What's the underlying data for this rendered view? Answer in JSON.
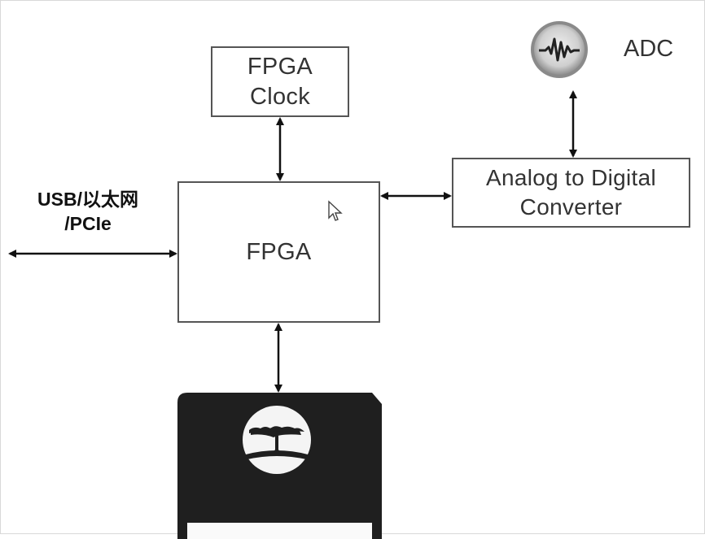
{
  "diagram": {
    "nodes": {
      "fpga_clock": {
        "line1": "FPGA",
        "line2": "Clock"
      },
      "fpga": {
        "label": "FPGA"
      },
      "adc_box": {
        "line1": "Analog to Digital",
        "line2": "Converter"
      },
      "adc_icon_label": "ADC",
      "external": {
        "line1": "USB/以太网",
        "line2": "/PCIe"
      }
    },
    "edges": [
      {
        "from": "fpga_clock",
        "to": "fpga",
        "direction": "bidirectional"
      },
      {
        "from": "fpga",
        "to": "adc_box",
        "direction": "bidirectional"
      },
      {
        "from": "adc_icon",
        "to": "adc_box",
        "direction": "bidirectional"
      },
      {
        "from": "external",
        "to": "fpga",
        "direction": "bidirectional"
      },
      {
        "from": "fpga",
        "to": "sd_card",
        "direction": "bidirectional"
      }
    ],
    "colors": {
      "line": "#111111",
      "box_border": "#555555",
      "card": "#1f1f1f"
    },
    "icons": [
      "waveform-icon",
      "tree-logo-icon",
      "mouse-cursor-icon"
    ]
  }
}
